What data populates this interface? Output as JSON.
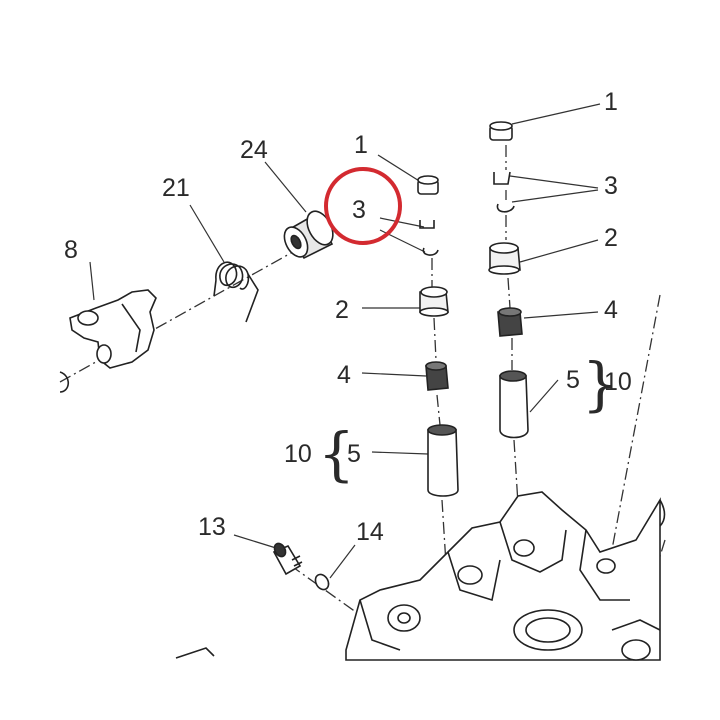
{
  "callouts": {
    "c1_left": "1",
    "c1_right": "1",
    "c2_left": "2",
    "c2_right": "2",
    "c3_right": "3",
    "c3_highlight": "3",
    "c4_left": "4",
    "c4_right": "4",
    "c5_left": "5",
    "c5_right": "5",
    "c8": "8",
    "c10_left": "10",
    "c10_right": "10",
    "c13": "13",
    "c14": "14",
    "c21": "21",
    "c24": "24"
  },
  "colors": {
    "highlight": "#d32a30",
    "ink": "#222222"
  }
}
